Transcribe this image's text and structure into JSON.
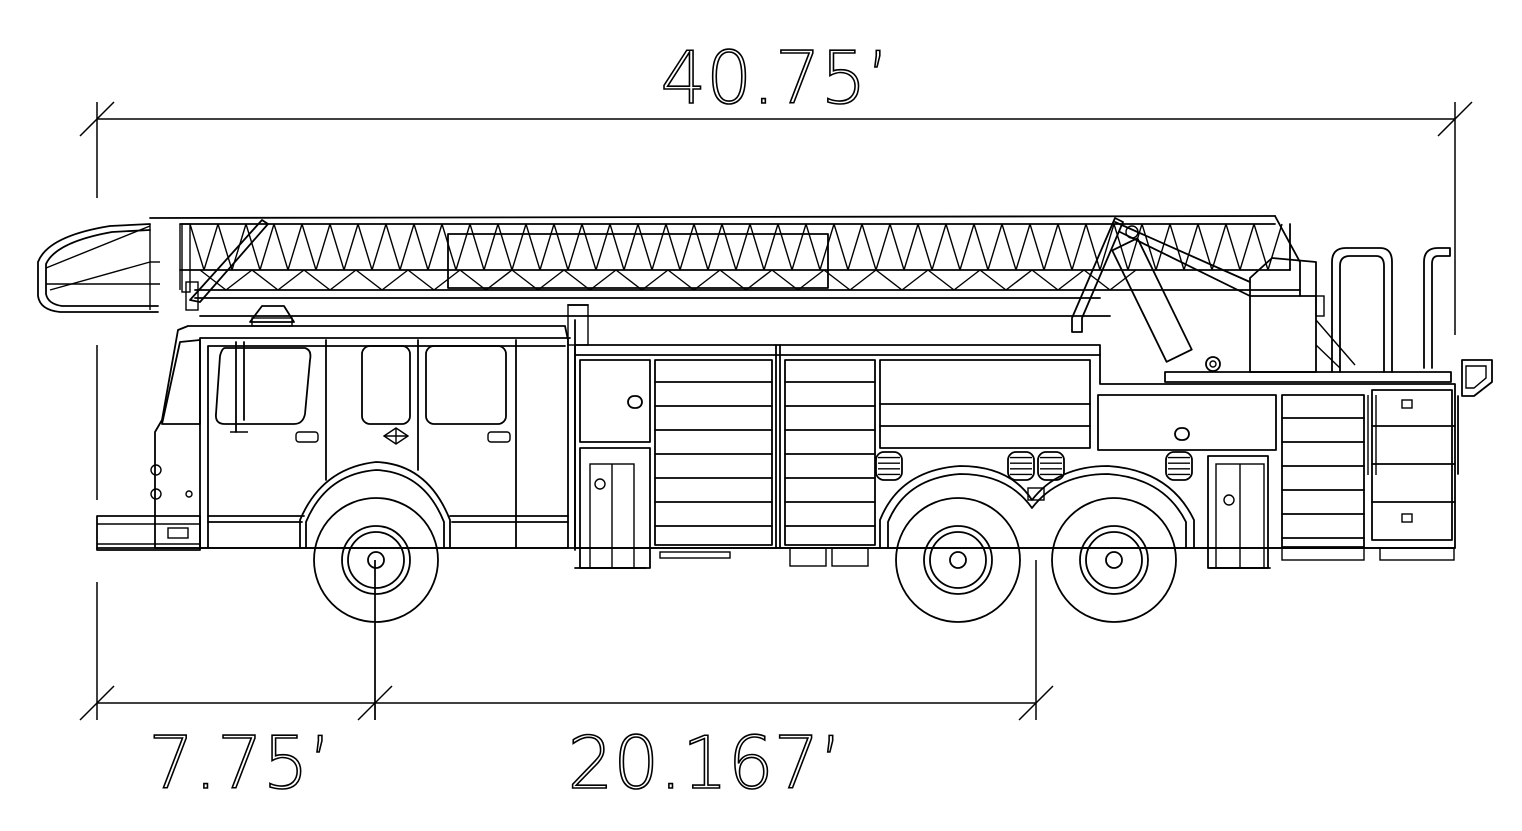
{
  "dimensions": {
    "overall_length": "40.75’",
    "front_overhang": "7.75’",
    "wheelbase": "20.167’"
  },
  "colors": {
    "line": "#000000",
    "background": "#ffffff"
  }
}
